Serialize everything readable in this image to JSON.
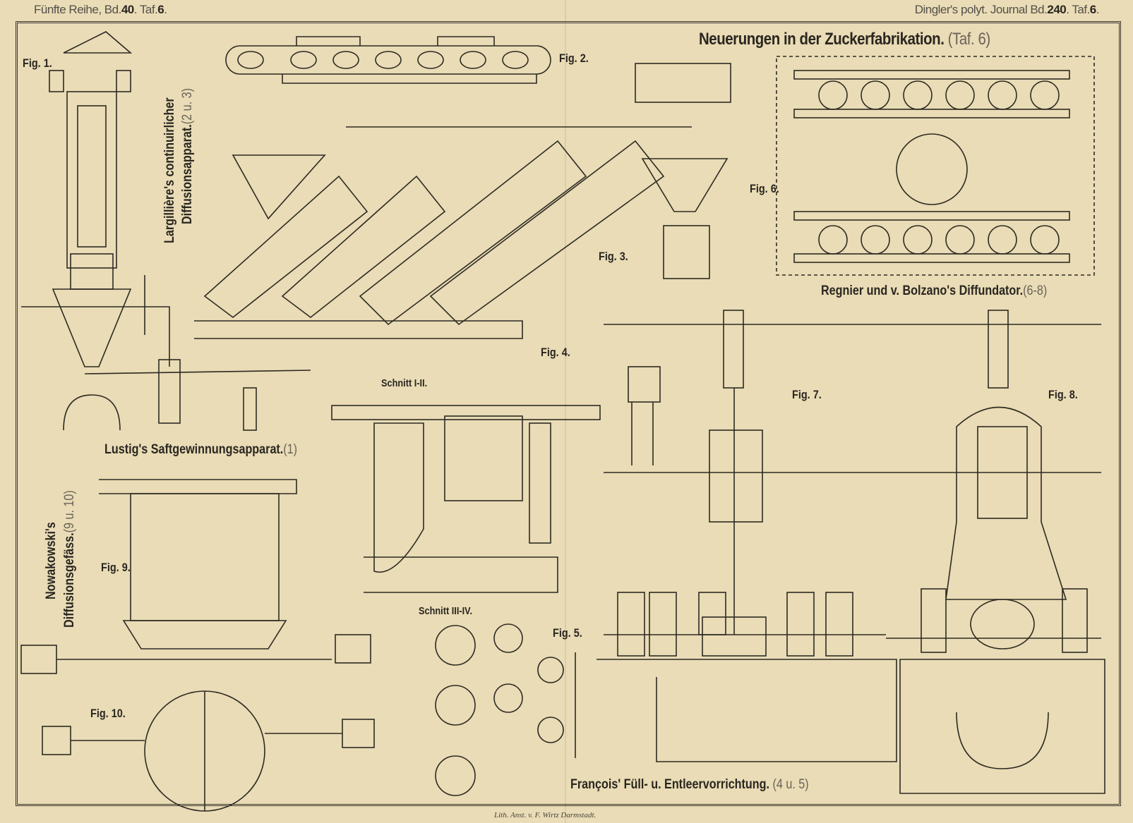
{
  "header": {
    "left_prefix": "Fünfte Reihe, Bd.",
    "left_vol": "40",
    "left_mid": ". Taf.",
    "left_plate": "6",
    "left_end": ".",
    "right_prefix": "Dingler's polyt. Journal Bd.",
    "right_vol": "240",
    "right_mid": ". Taf.",
    "right_plate": "6",
    "right_end": "."
  },
  "title": {
    "main": "Neuerungen in der Zuckerfabrikation.",
    "ref": "(Taf. 6)"
  },
  "captions": {
    "largilliere": {
      "text": "Largillière's continuirlicher",
      "text2": "Diffusionsapparat.",
      "ref": "(2 u. 3)"
    },
    "regnier": {
      "text": "Regnier und v. Bolzano's Diffundator.",
      "ref": "(6-8)"
    },
    "lustig": {
      "text": "Lustig's Saftgewinnungsapparat.",
      "ref": "(1)"
    },
    "nowakowski": {
      "text": "Nowakowski's",
      "text2": "Diffusionsgefäss.",
      "ref": "(9 u. 10)"
    },
    "francois": {
      "text": "François' Füll- u. Entleervorrichtung.",
      "ref": "(4 u. 5)"
    }
  },
  "figures": {
    "fig1": "Fig. 1.",
    "fig2": "Fig. 2.",
    "fig3": "Fig. 3.",
    "fig4": "Fig. 4.",
    "fig5": "Fig. 5.",
    "fig6": "Fig. 6.",
    "fig7": "Fig. 7.",
    "fig8": "Fig. 8.",
    "fig9": "Fig. 9.",
    "fig10": "Fig. 10.",
    "schnitt1": "Schnitt I-II.",
    "schnitt2": "Schnitt III-IV."
  },
  "footer": "Lith. Anst. v. F. Wirtz Darmstadt."
}
